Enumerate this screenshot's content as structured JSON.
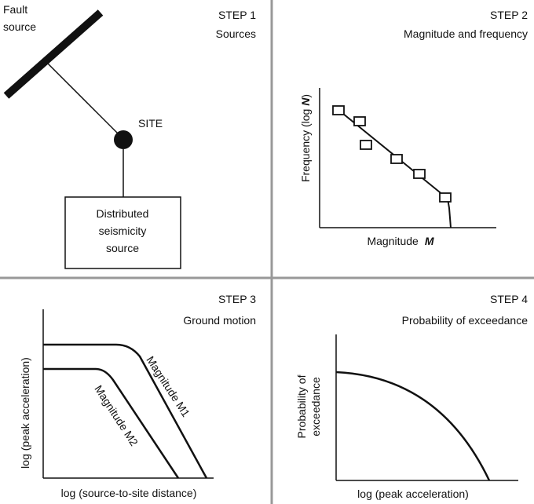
{
  "step1": {
    "step": "STEP 1",
    "title": "Sources",
    "fault_line1": "Fault",
    "fault_line2": "source",
    "site": "SITE",
    "dist_line1": "Distributed",
    "dist_line2": "seismicity",
    "dist_line3": "source"
  },
  "step2": {
    "step": "STEP 2",
    "title": "Magnitude and frequency",
    "ylabel_text": "Frequency (log ",
    "ylabel_var": "N",
    "ylabel_close": ")",
    "xlabel_text": "Magnitude",
    "xlabel_var": "M"
  },
  "step3": {
    "step": "STEP 3",
    "title": "Ground motion",
    "ylabel": "log (peak acceleration)",
    "xlabel": "log (source-to-site distance)",
    "curve1": "Magnitude M1",
    "curve2": "Magnitude M2"
  },
  "step4": {
    "step": "STEP 4",
    "title": "Probability of exceedance",
    "ylabel_line1": "Probability of",
    "ylabel_line2": "exceedance",
    "xlabel": "log (peak acceleration)"
  },
  "colors": {
    "ink": "#111111",
    "divider": "#999999"
  }
}
